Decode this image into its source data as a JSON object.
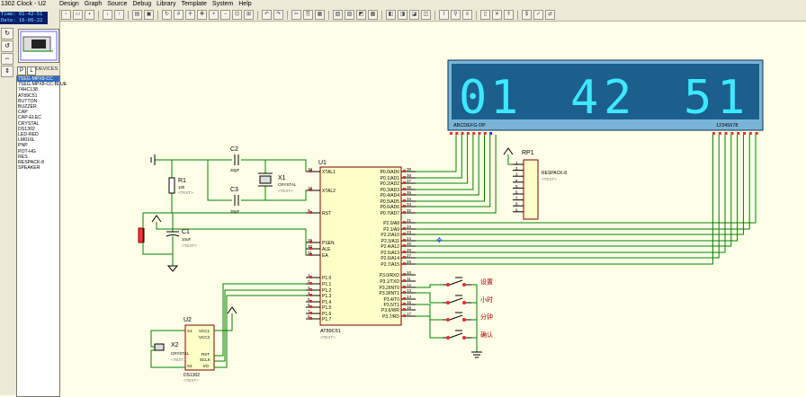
{
  "app": {
    "title": "1302 Clock - U2",
    "menus": [
      "Design",
      "Graph",
      "Source",
      "Debug",
      "Library",
      "Template",
      "System",
      "Help"
    ]
  },
  "left_panel": {
    "lcd_lines": [
      "Time: 01-42-51",
      "Date: 16-06-22"
    ],
    "picker_tabs": [
      "P",
      "L"
    ],
    "devices_header": "DEVICES",
    "devices": [
      "7SEG-MPX8-CC",
      "7SEG-MPX8-CC-BLUE",
      "74HC138",
      "AT89C51",
      "BUTTON",
      "BUZZER",
      "CAP",
      "CAP-ELEC",
      "CRYSTAL",
      "DS1302",
      "LED-RED",
      "LM016L",
      "PNP",
      "POT-HG",
      "RES",
      "RESPACK-8",
      "SPEAKER"
    ],
    "selected_device": "7SEG-MPX8-CC"
  },
  "schematic": {
    "display": {
      "digits": [
        "0",
        "1",
        "4",
        "2",
        "5",
        "1"
      ],
      "seg_label_left": "ABCDEFG DP",
      "seg_label_right": "12345678",
      "color_bg": "#1c5e8c",
      "color_digit": "#3ee8ff"
    },
    "labels": {
      "c2": "C2",
      "c2_val": "30pF",
      "c3": "C3",
      "c3_val": "30pF",
      "x1": "X1",
      "x1_type": "CRYSTAL",
      "r1": "R1",
      "r1_val": "10k",
      "c1": "C1",
      "c1_val": "10uF",
      "u1": "U1",
      "u1_part": "AT89C51",
      "u2": "U2",
      "u2_part": "DS1302",
      "x2": "X2",
      "x2_type": "CRYSTAL",
      "rp1": "RP1",
      "rp1_part": "RESPACK-8",
      "text": "<TEXT>"
    },
    "u1_left_pins": [
      {
        "num": "19",
        "name": "XTAL1"
      },
      {
        "num": "18",
        "name": "XTAL2"
      },
      {
        "num": "9",
        "name": "RST"
      },
      {
        "num": "29",
        "name": "PSEN"
      },
      {
        "num": "30",
        "name": "ALE"
      },
      {
        "num": "31",
        "name": "EA"
      },
      {
        "num": "1",
        "name": "P1.0"
      },
      {
        "num": "2",
        "name": "P1.1"
      },
      {
        "num": "3",
        "name": "P1.2"
      },
      {
        "num": "4",
        "name": "P1.3"
      },
      {
        "num": "5",
        "name": "P1.4"
      },
      {
        "num": "6",
        "name": "P1.5"
      },
      {
        "num": "7",
        "name": "P1.6"
      },
      {
        "num": "8",
        "name": "P1.7"
      }
    ],
    "u1_right_pins": [
      {
        "num": "39",
        "name": "P0.0/AD0"
      },
      {
        "num": "38",
        "name": "P0.1/AD1"
      },
      {
        "num": "37",
        "name": "P0.2/AD2"
      },
      {
        "num": "36",
        "name": "P0.3/AD3"
      },
      {
        "num": "35",
        "name": "P0.4/AD4"
      },
      {
        "num": "34",
        "name": "P0.5/AD5"
      },
      {
        "num": "33",
        "name": "P0.6/AD6"
      },
      {
        "num": "32",
        "name": "P0.7/AD7"
      },
      {
        "num": "21",
        "name": "P2.0/A8"
      },
      {
        "num": "22",
        "name": "P2.1/A9"
      },
      {
        "num": "23",
        "name": "P2.2/A10"
      },
      {
        "num": "24",
        "name": "P2.3/A11"
      },
      {
        "num": "25",
        "name": "P2.4/A12"
      },
      {
        "num": "26",
        "name": "P2.5/A13"
      },
      {
        "num": "27",
        "name": "P2.6/A14"
      },
      {
        "num": "28",
        "name": "P2.7/A15"
      },
      {
        "num": "10",
        "name": "P3.0/RXD"
      },
      {
        "num": "11",
        "name": "P3.1/TXD"
      },
      {
        "num": "12",
        "name": "P3.2/INT0"
      },
      {
        "num": "13",
        "name": "P3.3/INT1"
      },
      {
        "num": "14",
        "name": "P3.4/T0"
      },
      {
        "num": "15",
        "name": "P3.5/T1"
      },
      {
        "num": "16",
        "name": "P3.6/WR"
      },
      {
        "num": "17",
        "name": "P3.7/RD"
      }
    ],
    "u2_pins": {
      "x1": "X1",
      "x2": "X2",
      "vcc1": "VCC1",
      "vcc2": "VCC2",
      "rst": "RST",
      "sclk": "SCLK",
      "io": "I/O"
    },
    "rp1_pins": [
      "1",
      "2",
      "3",
      "4",
      "5",
      "6",
      "7",
      "8",
      "9"
    ],
    "buttons": [
      {
        "label": "设置"
      },
      {
        "label": "小时"
      },
      {
        "label": "分钟"
      },
      {
        "label": "确认"
      }
    ]
  }
}
